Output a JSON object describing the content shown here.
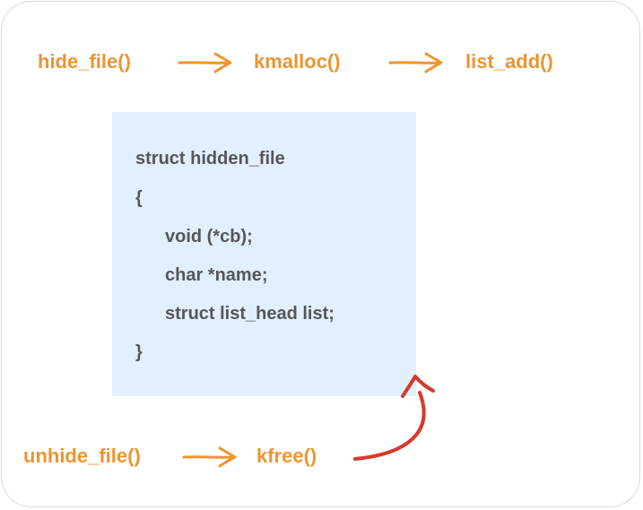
{
  "colors": {
    "function_text": "#EE9430",
    "code_text": "#555759",
    "code_box_fill": "#E2EFFD",
    "flow_arrow": "#EE9430",
    "return_arrow": "#D63A2C",
    "frame_border": "#D9D9D9"
  },
  "top_flow": {
    "step1": "hide_file()",
    "step2": "kmalloc()",
    "step3": "list_add()"
  },
  "code": {
    "line1": "struct hidden_file",
    "line2": "{",
    "line3": "void (*cb);",
    "line4": "char *name;",
    "line5": "struct list_head list;",
    "line6": "}"
  },
  "bottom_flow": {
    "step1": "unhide_file()",
    "step2": "kfree()"
  }
}
